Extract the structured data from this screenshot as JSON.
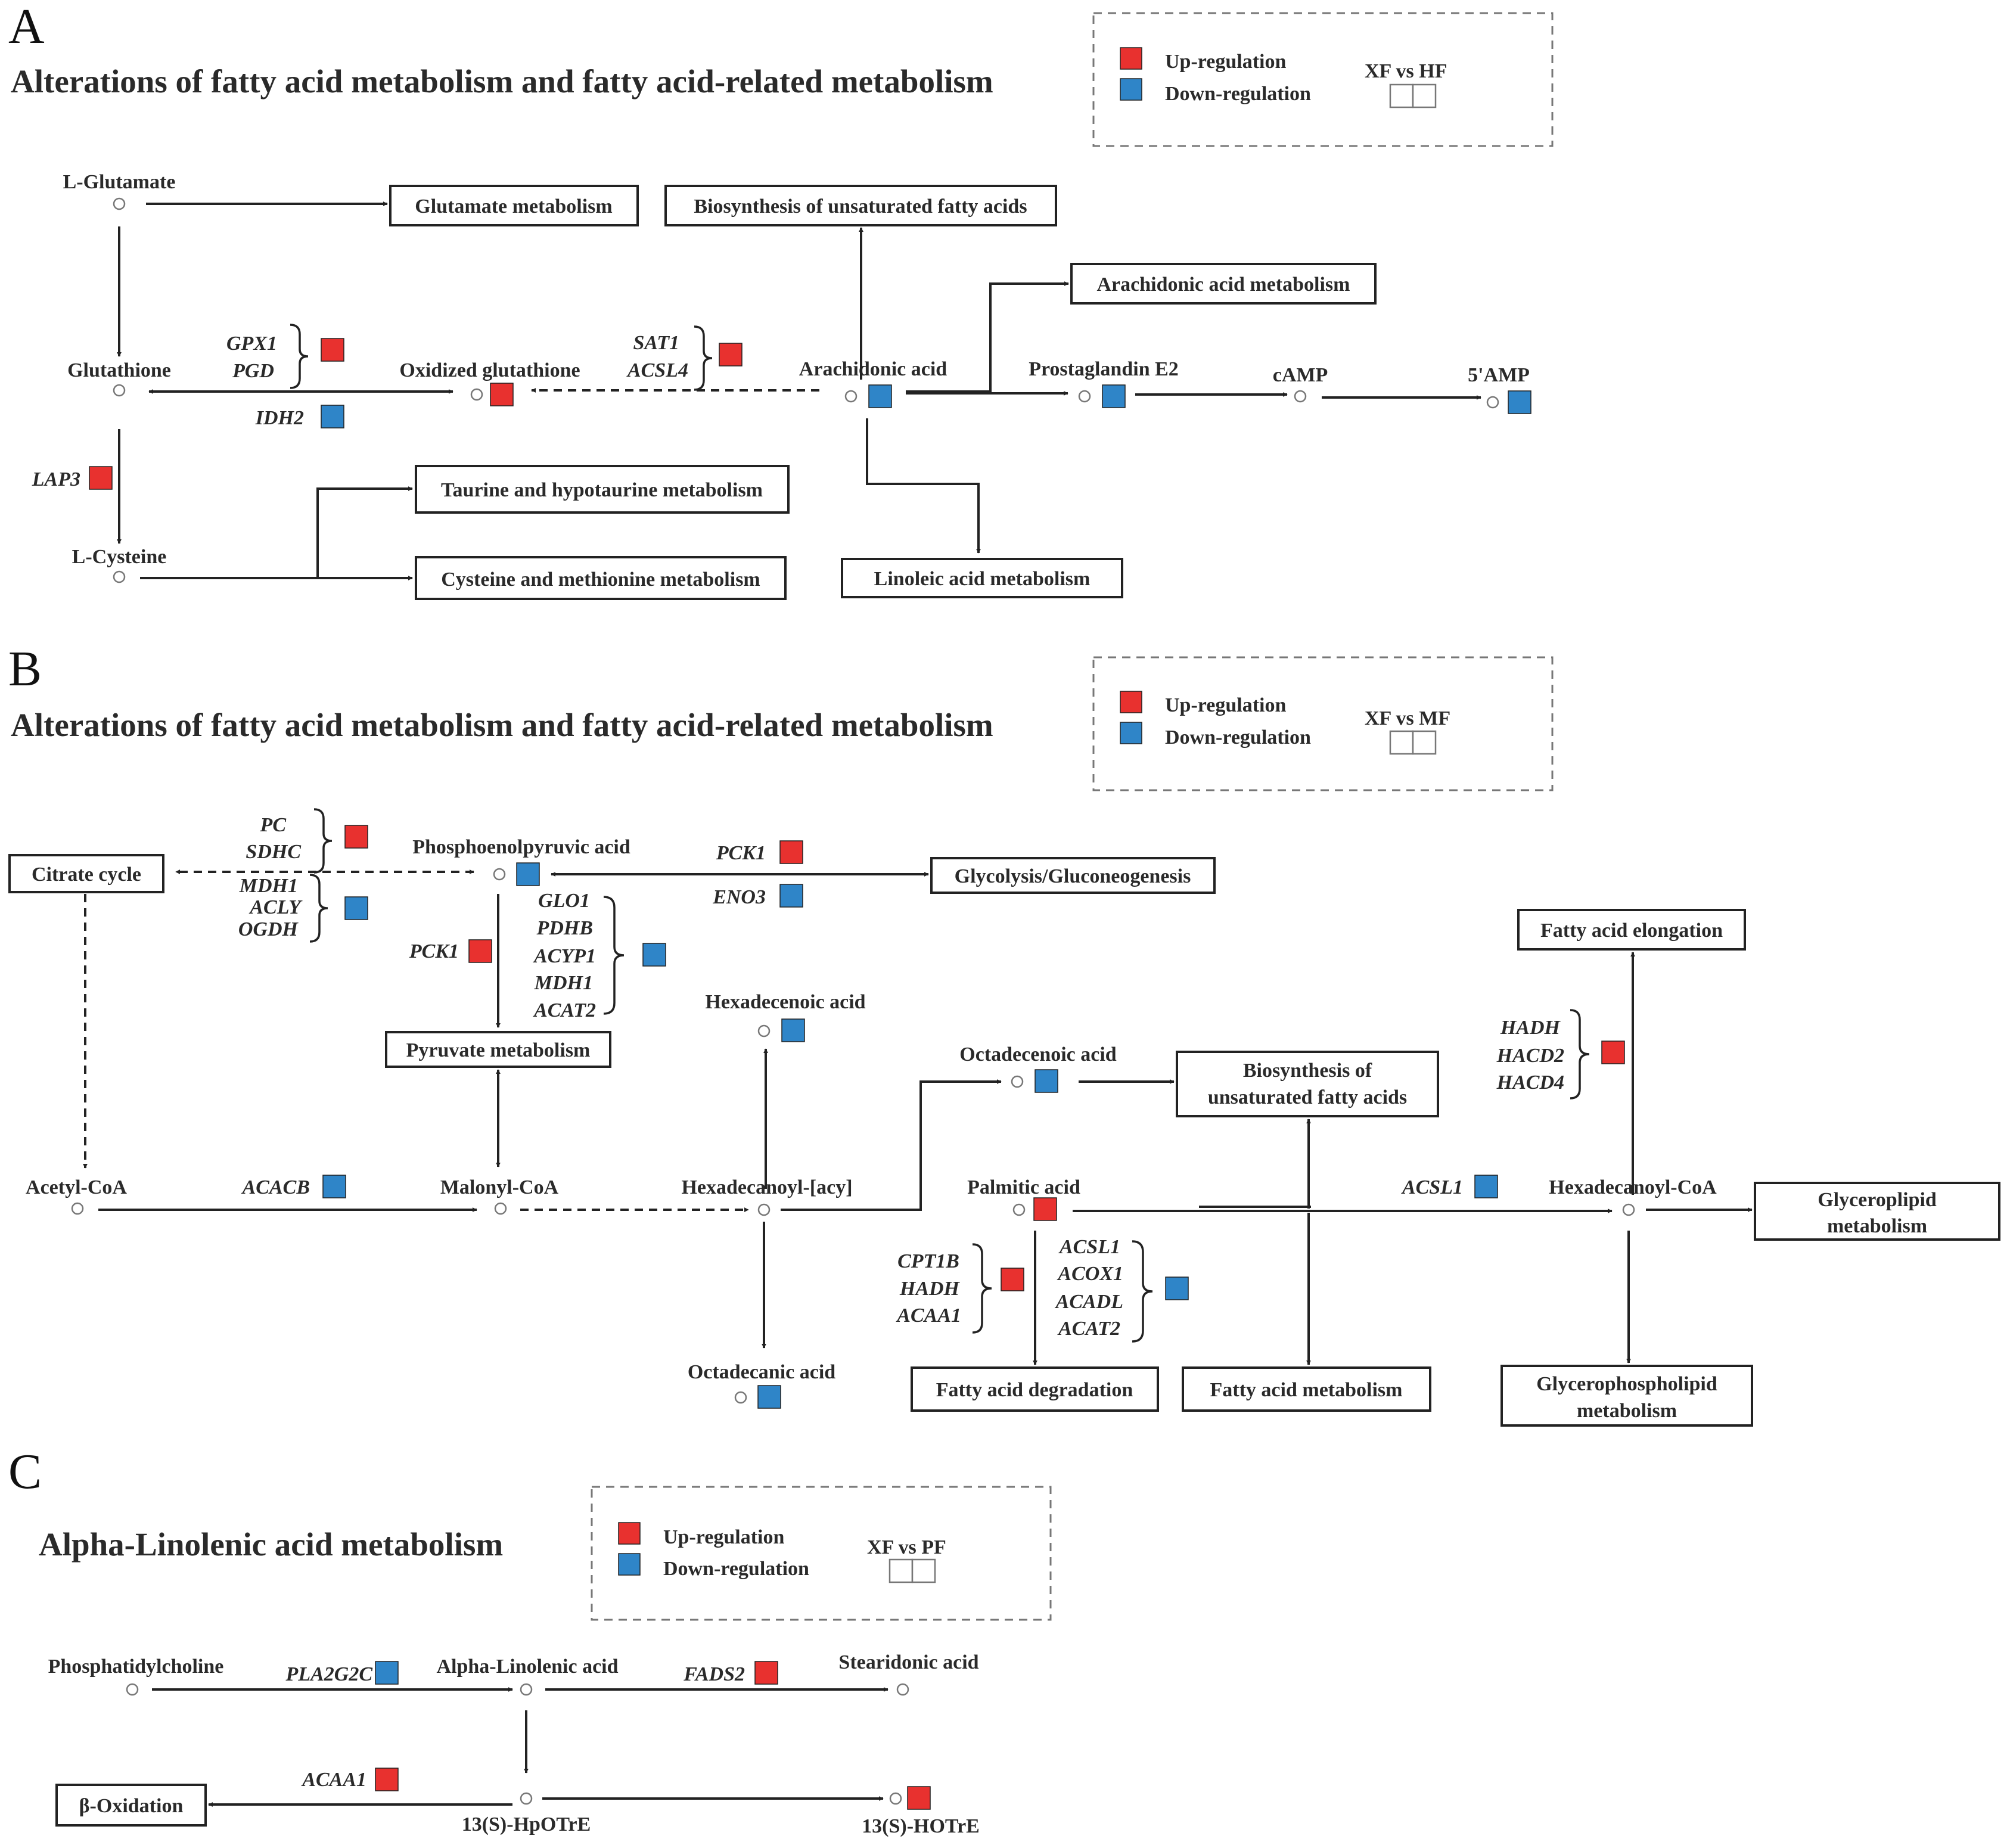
{
  "colors": {
    "up": "#e8312f",
    "down": "#2f85c8"
  },
  "panels": {
    "A": {
      "letter": "A",
      "title": "Alterations of fatty acid metabolism and  fatty acid-related metabolism",
      "legend": {
        "up": "Up-regulation",
        "down": "Down-regulation",
        "comparison": "XF vs HF"
      },
      "metabolites": {
        "l_glutamate": "L-Glutamate",
        "glutathione": "Glutathione",
        "oxidized_glutathione": "Oxidized glutathione",
        "arachidonic_acid": "Arachidonic acid",
        "prostaglandin_e2": "Prostaglandin E2",
        "camp": "cAMP",
        "amp5": "5'AMP",
        "l_cysteine": "L-Cysteine"
      },
      "pathways": {
        "glutamate_metabolism": "Glutamate metabolism",
        "biosynthesis_unsat": "Biosynthesis of unsaturated fatty acids",
        "arachidonic_metabolism": "Arachidonic acid metabolism",
        "taurine_metabolism": "Taurine and hypotaurine metabolism",
        "cysteine_metabolism": "Cysteine and methionine metabolism",
        "linoleic_metabolism": "Linoleic acid metabolism"
      },
      "genes": {
        "gpx1": "GPX1",
        "pgd": "PGD",
        "idh2": "IDH2",
        "sat1": "SAT1",
        "acsl4": "ACSL4",
        "lap3": "LAP3"
      }
    },
    "B": {
      "letter": "B",
      "title": "Alterations of fatty acid metabolism and  fatty acid-related metabolism",
      "legend": {
        "up": "Up-regulation",
        "down": "Down-regulation",
        "comparison": "XF vs MF"
      },
      "metabolites": {
        "phosphoenolpyruvic": "Phosphoenolpyruvic acid",
        "hexadecenoic": "Hexadecenoic acid",
        "octadecenoic": "Octadecenoic acid",
        "acetyl_coa": "Acetyl-CoA",
        "malonyl_coa": "Malonyl-CoA",
        "hexadecanoyl_acy": "Hexadecanoyl-[acy]",
        "palmitic": "Palmitic acid",
        "hexadecanoyl_coa": "Hexadecanoyl-CoA",
        "octadecanic": "Octadecanic acid"
      },
      "pathways": {
        "citrate_cycle": "Citrate cycle",
        "glycolysis": "Glycolysis/Gluconeogenesis",
        "fatty_acid_elongation": "Fatty acid elongation",
        "pyruvate_metabolism": "Pyruvate metabolism",
        "biosynthesis_unsat_1": "Biosynthesis of",
        "biosynthesis_unsat_2": "unsaturated fatty acids",
        "glyceroplipid_1": "Glyceroplipid",
        "glyceroplipid_2": "metabolism",
        "fatty_acid_degradation": "Fatty acid degradation",
        "fatty_acid_metabolism": "Fatty acid metabolism",
        "glycerophospholipid_1": "Glycerophospholipid",
        "glycerophospholipid_2": "metabolism"
      },
      "genes": {
        "pc": "PC",
        "sdhc": "SDHC",
        "mdh1a": "MDH1",
        "acly": "ACLY",
        "ogdh": "OGDH",
        "pck1a": "PCK1",
        "eno3": "ENO3",
        "pck1b": "PCK1",
        "glo1": "GLO1",
        "pdhb": "PDHB",
        "acyp1": "ACYP1",
        "mdh1b": "MDH1",
        "acat2a": "ACAT2",
        "hadh_a": "HADH",
        "hacd2": "HACD2",
        "hacd4": "HACD4",
        "acacb": "ACACB",
        "acsl1a": "ACSL1",
        "cpt1b": "CPT1B",
        "hadh_b": "HADH",
        "acaa1a": "ACAA1",
        "acsl1b": "ACSL1",
        "acox1": "ACOX1",
        "acadl": "ACADL",
        "acat2b": "ACAT2"
      }
    },
    "C": {
      "letter": "C",
      "title": "Alpha-Linolenic acid metabolism",
      "legend": {
        "up": "Up-regulation",
        "down": "Down-regulation",
        "comparison": "XF vs PF"
      },
      "metabolites": {
        "phosphatidylcholine": "Phosphatidylcholine",
        "alpha_linolenic": "Alpha-Linolenic acid",
        "stearidonic": "Stearidonic acid",
        "hpotre": "13(S)-HpOTrE",
        "hotre": "13(S)-HOTrE"
      },
      "pathways": {
        "beta_oxidation": "β-Oxidation"
      },
      "genes": {
        "pla2g2c": "PLA2G2C",
        "fads2": "FADS2",
        "acaa1": "ACAA1"
      }
    }
  }
}
